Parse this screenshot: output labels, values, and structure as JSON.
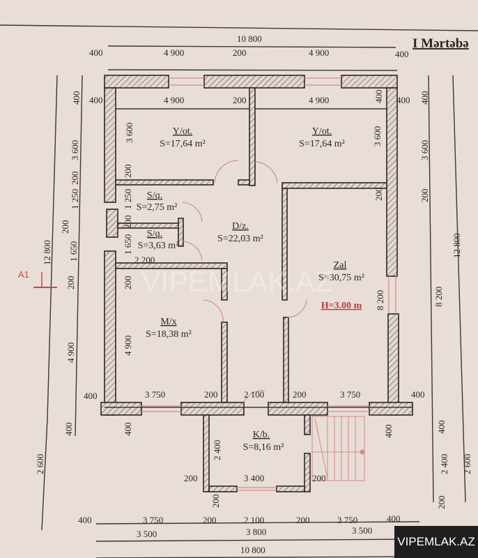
{
  "title": "I Mərtəbə",
  "watermark": "VIPEMLAK.AZ",
  "badge": "VIPEMLAK.AZ",
  "section_mark": "A1",
  "height_note": "H=3.00 m",
  "rooms": [
    {
      "name": "Y/ot.",
      "area": "S=17,64 m²"
    },
    {
      "name": "Y/ot.",
      "area": "S=17,64 m²"
    },
    {
      "name": "S/q.",
      "area": "S=2,75 m²"
    },
    {
      "name": "S/q.",
      "area": "S=3,63 m²"
    },
    {
      "name": "D/z.",
      "area": "S=22,03 m²"
    },
    {
      "name": "Zal",
      "area": "S=30,75 m²"
    },
    {
      "name": "M/x",
      "area": "S=18,38 m²"
    },
    {
      "name": "K/b.",
      "area": "S=8,16 m²"
    }
  ],
  "dims": {
    "overall_width": "10 800",
    "overall_height": "12 800",
    "top": [
      "400",
      "4 900",
      "200",
      "4 900",
      "400"
    ],
    "inner_top": [
      "400",
      "4 900",
      "200",
      "4 900",
      "400"
    ],
    "left": [
      "400",
      "3 600",
      "200",
      "1 250",
      "200",
      "1 650",
      "200",
      "4 900",
      "400"
    ],
    "inner_left": [
      "400",
      "3 600",
      "200",
      "1 250",
      "200",
      "1 650",
      "200",
      "4 900",
      "400"
    ],
    "right": [
      "400",
      "3 600",
      "200",
      "8 200",
      "400",
      "2 400",
      "200"
    ],
    "inner_right": [
      "400",
      "3 600",
      "200",
      "8 200",
      "400"
    ],
    "bottom_inner": [
      "400",
      "3 750",
      "200",
      "2 100",
      "200",
      "3 750",
      "400"
    ],
    "bottom": [
      "400",
      "3 750",
      "200",
      "2 100",
      "200",
      "3 750",
      "400"
    ],
    "bottom_2": [
      "3 500",
      "3 800",
      "3 500"
    ],
    "porch": [
      "2 400",
      "3 400",
      "200",
      "200",
      "200"
    ],
    "sq_width": "2 200",
    "porch_height": "2 600"
  }
}
